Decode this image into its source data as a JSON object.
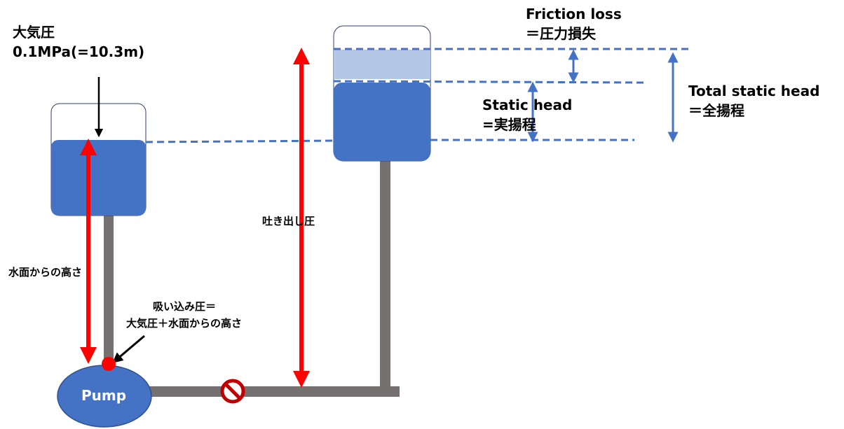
{
  "labels": {
    "atmos_line1": "大気圧",
    "atmos_line2": "0.1MPa(=10.3m)",
    "friction_line1": "Friction loss",
    "friction_line2": "＝圧力損失",
    "static_line1": "Static head",
    "static_line2": "=実揚程",
    "total_line1": "Total static head",
    "total_line2": "＝全揚程",
    "discharge": "吐き出し圧",
    "water_height": "水面からの高さ",
    "suction_line1": "吸い込み圧＝",
    "suction_line2": "大気圧＋水面からの高さ",
    "pump": "Pump"
  },
  "colors": {
    "tank_water": "#4472c4",
    "friction_band": "#b4c7e7",
    "pipe": "#767171",
    "red_arrow": "#ff0000",
    "dashed_line": "#4472c4",
    "blue_arrow": "#4472c4",
    "valve_ring": "#c00000"
  },
  "icons": {
    "valve": "prohibited-sign-icon"
  }
}
